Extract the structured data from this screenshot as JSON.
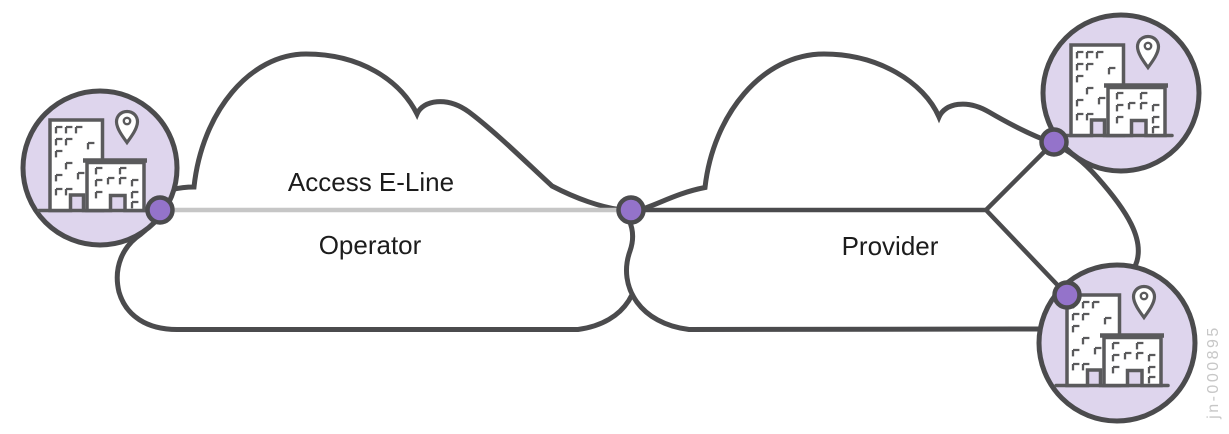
{
  "figure": {
    "labels": {
      "access_line": "Access E-Line",
      "operator": "Operator",
      "provider": "Provider"
    },
    "watermark": "jn-000895",
    "icons": {
      "site": "buildings-with-location-pin-icon",
      "node": "purple-network-node-dot",
      "cloud": "network-cloud-outline"
    },
    "colors": {
      "outline": "#4b4b4d",
      "cloud_fill": "#ffffff",
      "site_fill": "#ded5ed",
      "node_fill": "#9473ca",
      "icon_stroke": "#5a5a5c",
      "access_line": "#c6c6c6",
      "label_text": "#1c1c1c",
      "watermark_text": "#c7c7c7"
    }
  }
}
